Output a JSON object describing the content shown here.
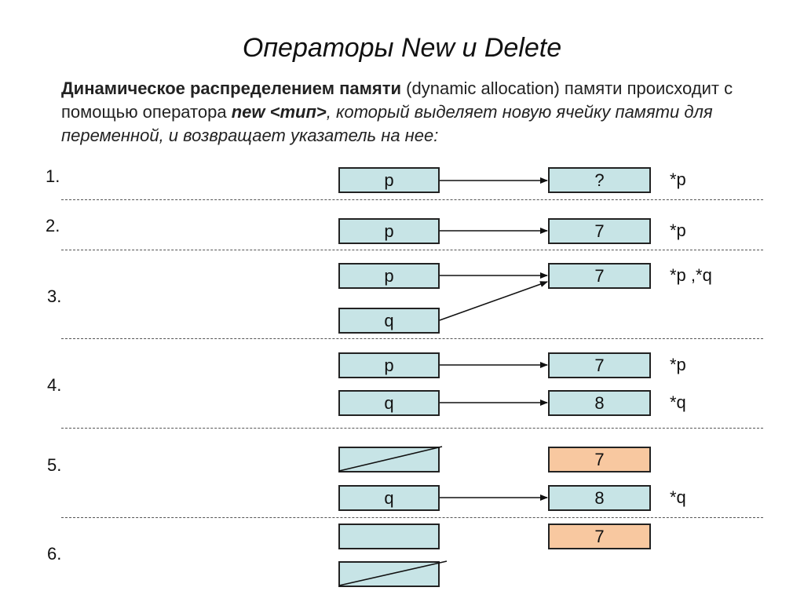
{
  "title": "Операторы New и Delete",
  "intro": {
    "bold1": "Динамическое распределением памяти",
    "text1": " (dynamic allocation) памяти происходит с помощью оператора ",
    "code": "new <тип>",
    "text2": ", который выделяет новую ячейку памяти для переменной, и возвращает указатель на нее",
    "colon": ":"
  },
  "colors": {
    "cell": "#c7e4e6",
    "freed": "#f8c8a0"
  },
  "steps": [
    {
      "num": "1.",
      "label": "*p",
      "left": "p",
      "right": "?"
    },
    {
      "num": "2.",
      "label": "*p",
      "left": "p",
      "right": "7"
    },
    {
      "num": "3.",
      "label": "*p  ,*q",
      "left_top": "p",
      "left_bottom": "q",
      "right": "7"
    },
    {
      "num": "4.",
      "label_top": "*p",
      "label_bottom": "*q",
      "left_top": "p",
      "left_bottom": "q",
      "right_top": "7",
      "right_bottom": "8"
    },
    {
      "num": "5.",
      "label_bottom": "*q",
      "left_bottom": "q",
      "right_top": "7",
      "right_bottom": "8"
    },
    {
      "num": "6.",
      "right_top": "7"
    }
  ]
}
